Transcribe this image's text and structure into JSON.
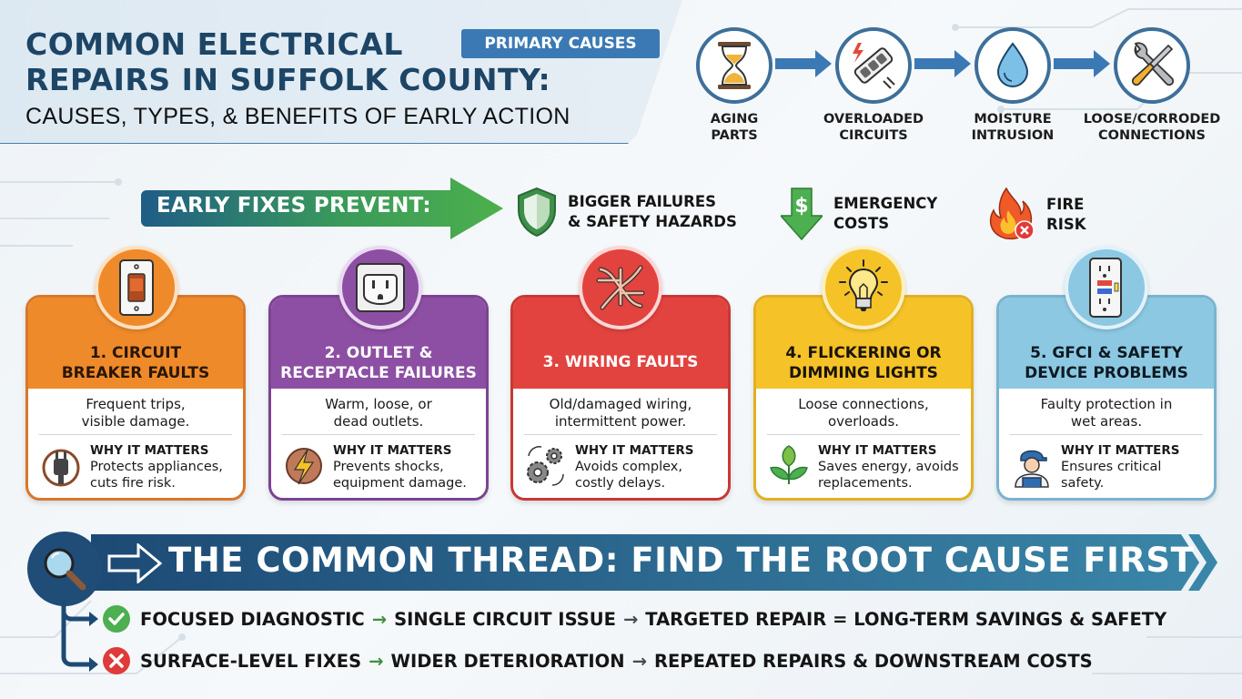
{
  "header": {
    "title_line1": "COMMON ELECTRICAL",
    "title_line2": "REPAIRS IN SUFFOLK COUNTY:",
    "subtitle": "CAUSES, TYPES, & BENEFITS OF EARLY ACTION",
    "badge": "PRIMARY CAUSES"
  },
  "causes": [
    {
      "label_1": "AGING",
      "label_2": "PARTS",
      "icon": "hourglass-icon"
    },
    {
      "label_1": "OVERLOADED",
      "label_2": "CIRCUITS",
      "icon": "power-strip-icon"
    },
    {
      "label_1": "MOISTURE",
      "label_2": "INTRUSION",
      "icon": "water-drop-icon"
    },
    {
      "label_1": "LOOSE/CORRODED",
      "label_2": "CONNECTIONS",
      "icon": "wrench-screwdriver-icon"
    }
  ],
  "early_fixes": {
    "label": "EARLY FIXES PREVENT:",
    "items": [
      {
        "line1": "BIGGER FAILURES",
        "line2": "& SAFETY HAZARDS",
        "icon": "shield-icon"
      },
      {
        "line1": "EMERGENCY",
        "line2": "COSTS",
        "icon": "dollar-down-arrow-icon"
      },
      {
        "line1": "FIRE",
        "line2": "RISK",
        "icon": "fire-icon"
      }
    ]
  },
  "cards": [
    {
      "title_1": "1. CIRCUIT",
      "title_2": "BREAKER FAULTS",
      "desc_1": "Frequent trips,",
      "desc_2": "visible damage.",
      "why_head": "WHY IT MATTERS",
      "why_1": "Protects appliances,",
      "why_2": "cuts fire risk.",
      "color": "#ef8a2a",
      "border": "#d9772a",
      "title_color": "#2a1608",
      "icon": "light-switch-icon",
      "why_icon": "plug-icon"
    },
    {
      "title_1": "2. OUTLET &",
      "title_2": "RECEPTACLE FAILURES",
      "desc_1": "Warm, loose, or",
      "desc_2": "dead outlets.",
      "why_head": "WHY IT MATTERS",
      "why_1": "Prevents shocks,",
      "why_2": "equipment damage.",
      "color": "#8d4fa3",
      "border": "#7c4392",
      "title_color": "#ffffff",
      "icon": "outlet-icon",
      "why_icon": "lightning-icon"
    },
    {
      "title_1": "3. WIRING FAULTS",
      "title_2": "",
      "desc_1": "Old/damaged wiring,",
      "desc_2": "intermittent power.",
      "why_head": "WHY IT MATTERS",
      "why_1": "Avoids complex,",
      "why_2": "costly delays.",
      "color": "#e2433f",
      "border": "#c93834",
      "title_color": "#ffffff",
      "icon": "tangled-wires-icon",
      "why_icon": "gears-icon"
    },
    {
      "title_1": "4. FLICKERING OR",
      "title_2": "DIMMING LIGHTS",
      "desc_1": "Loose connections,",
      "desc_2": "overloads.",
      "why_head": "WHY IT MATTERS",
      "why_1": "Saves energy, avoids",
      "why_2": "replacements.",
      "color": "#f5c228",
      "border": "#e2b020",
      "title_color": "#1a1408",
      "icon": "light-bulb-icon",
      "why_icon": "leaf-icon"
    },
    {
      "title_1": "5. GFCI & SAFETY",
      "title_2": "DEVICE PROBLEMS",
      "desc_1": "Faulty protection in",
      "desc_2": "wet areas.",
      "why_head": "WHY IT MATTERS",
      "why_1": "Ensures critical",
      "why_2": "safety.",
      "color": "#8cc8e2",
      "border": "#79b3cf",
      "title_color": "#0e1a22",
      "icon": "gfci-outlet-icon",
      "why_icon": "electrician-icon"
    }
  ],
  "thread": {
    "title": "THE COMMON THREAD: FIND THE ROOT CAUSE FIRST",
    "good": {
      "a": "FOCUSED DIAGNOSTIC",
      "b": "SINGLE CIRCUIT ISSUE",
      "c": "TARGETED REPAIR = LONG-TERM SAVINGS & SAFETY",
      "arrow": "→"
    },
    "bad": {
      "a": "SURFACE-LEVEL FIXES",
      "b": "WIDER DETERIORATION",
      "c": "REPEATED REPAIRS & DOWNSTREAM COSTS",
      "arrow": "→"
    }
  },
  "colors": {
    "navy": "#1d4566",
    "flow_blue": "#3b79b5",
    "green": "#4caf50",
    "red": "#e03a3a"
  }
}
